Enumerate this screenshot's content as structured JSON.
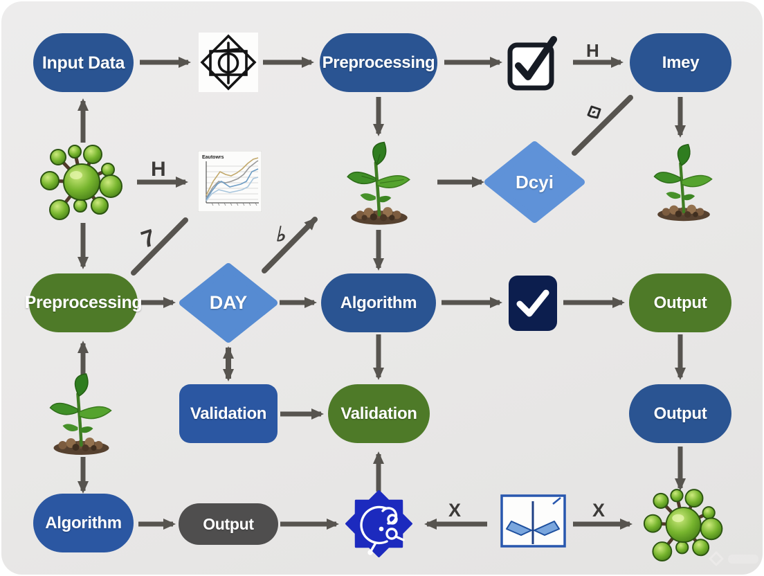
{
  "diagram": {
    "nodes": {
      "input_data": {
        "label": "Input Data"
      },
      "preprocessing_top": {
        "label": "Preprocessing"
      },
      "imey": {
        "label": "Imey"
      },
      "dcyi": {
        "label": "Dcyi"
      },
      "preprocessing_left": {
        "label": "Preprocessing"
      },
      "day": {
        "label": "DAY"
      },
      "algorithm_mid": {
        "label": "Algorithm"
      },
      "output_green": {
        "label": "Output"
      },
      "validation_blue": {
        "label": "Validation"
      },
      "validation_green": {
        "label": "Validation"
      },
      "output_blue": {
        "label": "Output"
      },
      "algorithm_bottom": {
        "label": "Algorithm"
      },
      "output_gray": {
        "label": "Output"
      }
    },
    "edge_labels": {
      "h_top": "H",
      "h_mid": "H",
      "seven": "7",
      "flat": "♭",
      "x_left": "X",
      "x_right": "X"
    },
    "chart_icon": {
      "title": "Eautowrs"
    },
    "icons": {
      "geometric": "geometric-emblem-icon",
      "checkbox_outline": "checkbox-checked-icon",
      "checkbox_filled": "checkmark-square-icon",
      "molecule_top": "molecule-icon",
      "molecule_bottom": "molecule-icon",
      "chart": "line-chart-icon",
      "plant_mid": "seedling-icon",
      "plant_right": "seedling-icon",
      "plant_left": "seedling-icon",
      "star_badge": "star-badge-microscope-icon",
      "sprout_box": "sprout-box-icon",
      "cursor_glyph": "small-cursor-glyph"
    },
    "colors": {
      "background": "#e9e8e7",
      "node_blue": "#2a5492",
      "node_green": "#4e7a28",
      "diamond_blue": "#568bd2",
      "node_gray": "#4f4e4e",
      "navy_check": "#0c1e4e",
      "arrow_gray": "#57544f",
      "badge_blue": "#1c2abe",
      "molecule_green": "#5a9a23"
    }
  }
}
